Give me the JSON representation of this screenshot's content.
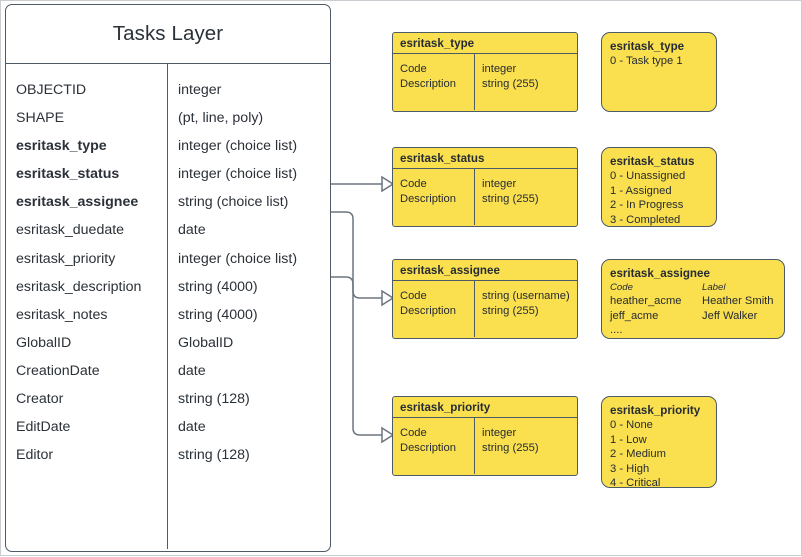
{
  "layer": {
    "title": "Tasks Layer",
    "fields": [
      {
        "name": "OBJECTID",
        "type": "integer",
        "bold": false
      },
      {
        "name": "SHAPE",
        "type": "(pt, line, poly)",
        "bold": false
      },
      {
        "name": "esritask_type",
        "type": "integer (choice list)",
        "bold": true
      },
      {
        "name": "esritask_status",
        "type": "integer (choice list)",
        "bold": true
      },
      {
        "name": "esritask_assignee",
        "type": "string (choice list)",
        "bold": true
      },
      {
        "name": "esritask_duedate",
        "type": "date",
        "bold": false
      },
      {
        "name": "esritask_priority",
        "type": "integer (choice list)",
        "bold": false
      },
      {
        "name": "esritask_description",
        "type": "string (4000)",
        "bold": false
      },
      {
        "name": "esritask_notes",
        "type": "string (4000)",
        "bold": false
      },
      {
        "name": "GlobalID",
        "type": "GlobalID",
        "bold": false
      },
      {
        "name": "CreationDate",
        "type": "date",
        "bold": false
      },
      {
        "name": "Creator",
        "type": "string (128)",
        "bold": false
      },
      {
        "name": "EditDate",
        "type": "date",
        "bold": false
      },
      {
        "name": "Editor",
        "type": "string (128)",
        "bold": false
      }
    ]
  },
  "domain_tables": [
    {
      "name": "esritask_type",
      "rows": [
        {
          "field": "Code",
          "type": "integer"
        },
        {
          "field": "Description",
          "type": "string (255)"
        }
      ]
    },
    {
      "name": "esritask_status",
      "rows": [
        {
          "field": "Code",
          "type": "integer"
        },
        {
          "field": "Description",
          "type": "string (255)"
        }
      ]
    },
    {
      "name": "esritask_assignee",
      "rows": [
        {
          "field": "Code",
          "type": "string  (username)"
        },
        {
          "field": "Description",
          "type": "string (255)"
        }
      ]
    },
    {
      "name": "esritask_priority",
      "rows": [
        {
          "field": "Code",
          "type": "integer"
        },
        {
          "field": "Description",
          "type": "string (255)"
        }
      ]
    }
  ],
  "value_boxes": [
    {
      "title": "esritask_type",
      "header": null,
      "values": [
        "0 - Task type 1"
      ]
    },
    {
      "title": "esritask_status",
      "header": null,
      "values": [
        "0 - Unassigned",
        "1 - Assigned",
        "2 - In Progress",
        "3 - Completed"
      ]
    },
    {
      "title": "esritask_assignee",
      "header": {
        "code": "Code",
        "label": "Label"
      },
      "pairs": [
        {
          "code": "heather_acme",
          "label": "Heather Smith"
        },
        {
          "code": "jeff_acme",
          "label": "Jeff Walker"
        },
        {
          "code": "....",
          "label": ""
        }
      ]
    },
    {
      "title": "esritask_priority",
      "header": null,
      "values": [
        "0 - None",
        "1 - Low",
        "2 - Medium",
        "3 - High",
        "4 - Critical"
      ]
    }
  ],
  "colors": {
    "domain_fill": "#fadf4f",
    "border": "#4e5a66",
    "wire": "#6b757f",
    "page_border": "#c9ccd1",
    "text": "#262c33"
  }
}
